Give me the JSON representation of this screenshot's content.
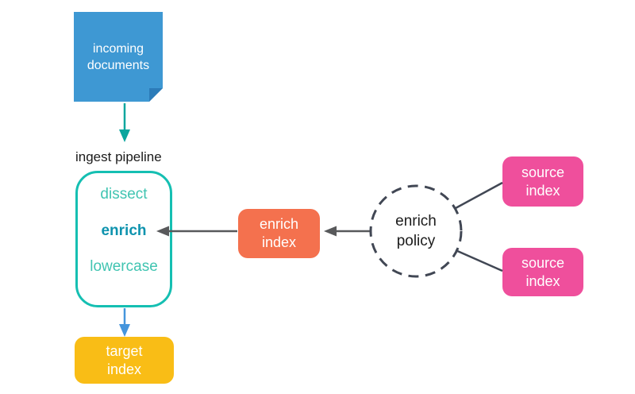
{
  "diagram": {
    "nodes": {
      "incoming_documents": {
        "label": "incoming documents",
        "shape": "note",
        "color": "#3E98D3",
        "fold_color": "#2C7CB9",
        "text_color": "#FFFFFF"
      },
      "ingest_pipeline": {
        "label": "ingest pipeline",
        "shape": "rounded-rect-outline",
        "border_color": "#15BFB2",
        "processors": [
          {
            "label": "dissect",
            "color": "#40C4B1",
            "active": false
          },
          {
            "label": "enrich",
            "color": "#0E93AE",
            "active": true
          },
          {
            "label": "lowercase",
            "color": "#40C4B1",
            "active": false
          }
        ]
      },
      "target_index": {
        "label": "target index",
        "shape": "rounded-rect",
        "color": "#F9BD16",
        "text_color": "#FFFFFF"
      },
      "enrich_index": {
        "label": "enrich index",
        "shape": "rounded-rect",
        "color": "#F4714E",
        "text_color": "#FFFFFF"
      },
      "enrich_policy": {
        "label": "enrich policy",
        "shape": "dashed-circle",
        "border_color": "#414754",
        "text_color": "#1B1B1B"
      },
      "source_index_top": {
        "label": "source index",
        "shape": "rounded-rect",
        "color": "#EF4F9C",
        "text_color": "#FFFFFF"
      },
      "source_index_bottom": {
        "label": "source index",
        "shape": "rounded-rect",
        "color": "#EF4F9C",
        "text_color": "#FFFFFF"
      }
    },
    "edges": [
      {
        "from": "incoming_documents",
        "to": "ingest_pipeline",
        "style": "arrow",
        "color": "#0AA69E"
      },
      {
        "from": "ingest_pipeline",
        "to": "target_index",
        "style": "arrow",
        "color": "#4595DC"
      },
      {
        "from": "enrich_index",
        "to": "ingest_pipeline_enrich_processor",
        "style": "arrow",
        "color": "#58595B"
      },
      {
        "from": "enrich_policy",
        "to": "enrich_index",
        "style": "arrow",
        "color": "#58595B"
      },
      {
        "from": "enrich_policy",
        "to": "source_index_top",
        "style": "line",
        "color": "#414754"
      },
      {
        "from": "enrich_policy",
        "to": "source_index_bottom",
        "style": "line",
        "color": "#414754"
      }
    ]
  }
}
